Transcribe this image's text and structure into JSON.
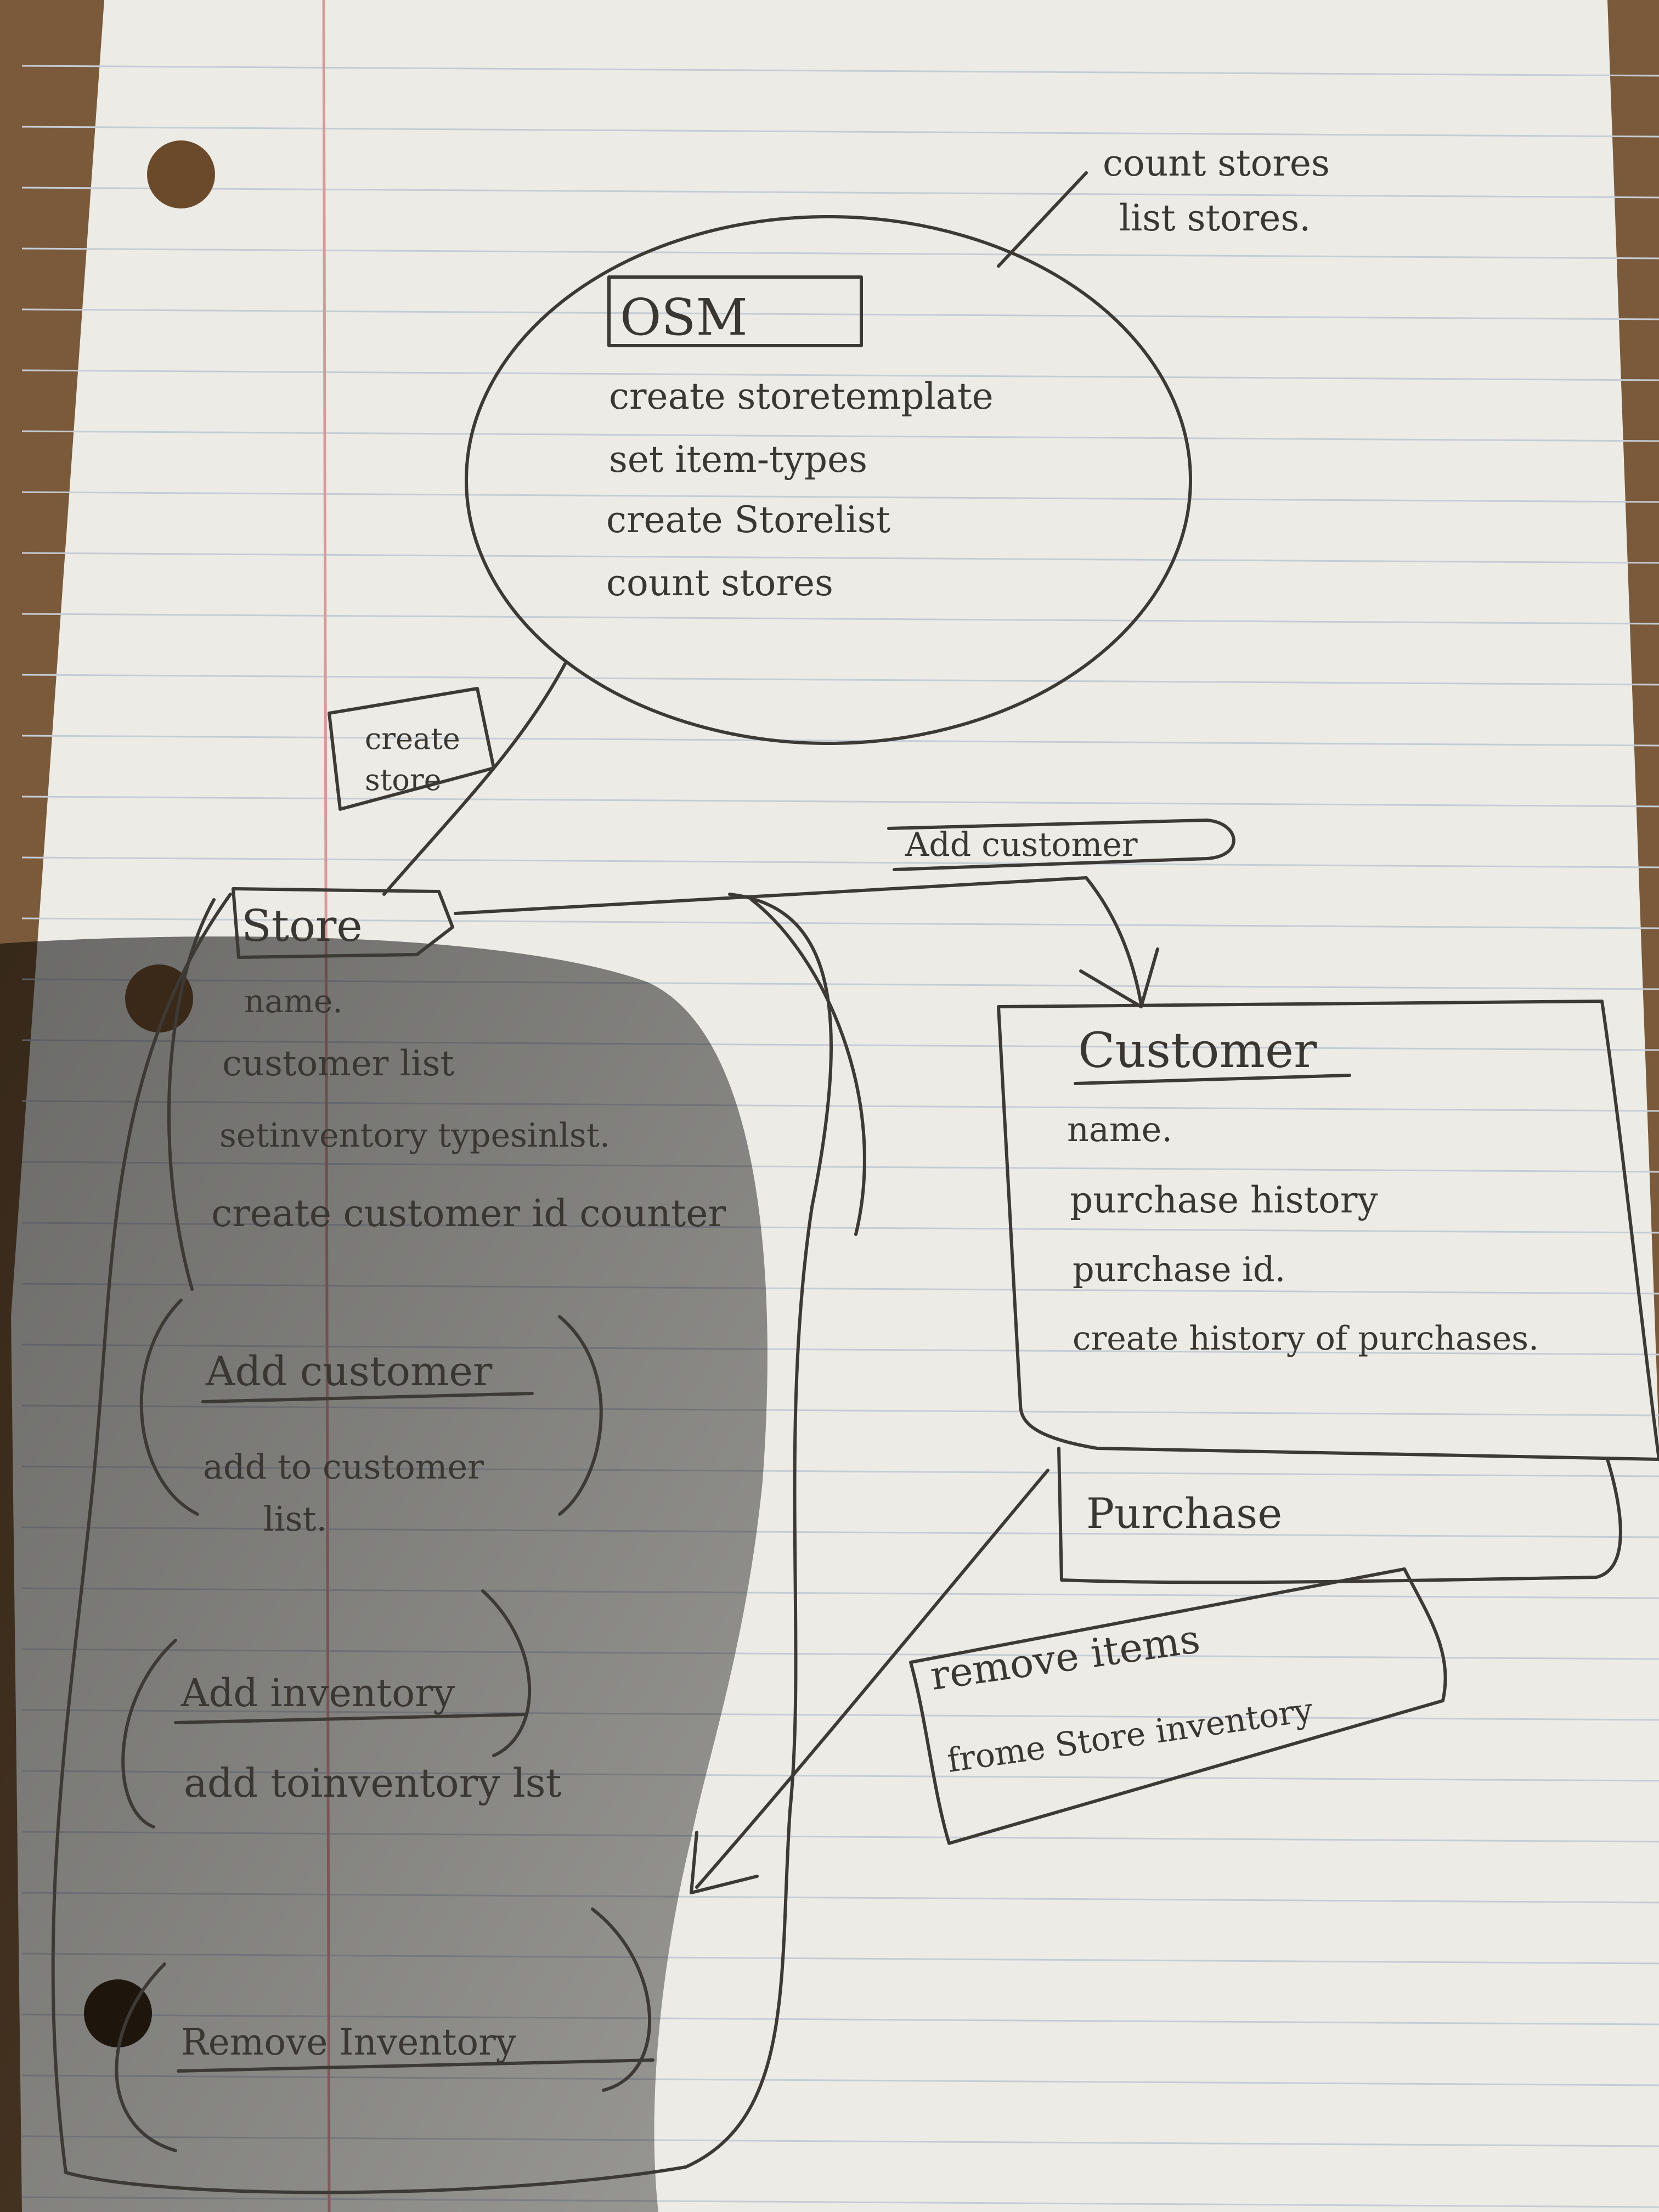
{
  "app_hint": "OSM",
  "osm": {
    "title": "OSM",
    "items": [
      "create storetemplate",
      "set item-types",
      "create Storelist",
      "count stores"
    ],
    "note_line1": "count stores",
    "note_line2": "list stores."
  },
  "create_store_label": {
    "line1": "create",
    "line2": "store"
  },
  "add_customer_arrow_label": "Add customer",
  "store": {
    "title": "Store",
    "items": [
      "name.",
      "customer list",
      "setinventory typesinlst.",
      "create customer id counter"
    ]
  },
  "add_customer_box": {
    "title": "Add customer",
    "line1": "add to customer",
    "line2": "list."
  },
  "add_inventory_box": {
    "title": "Add inventory",
    "line1": "add toinventory lst"
  },
  "remove_inventory_box": {
    "title": "Remove Inventory"
  },
  "customer": {
    "title": "Customer",
    "items": [
      "name.",
      "purchase history",
      "purchase id.",
      "create history of purchases."
    ]
  },
  "purchase": {
    "title": "Purchase"
  },
  "remove_items": {
    "line1": "remove items",
    "line2": "frome Store inventory"
  }
}
